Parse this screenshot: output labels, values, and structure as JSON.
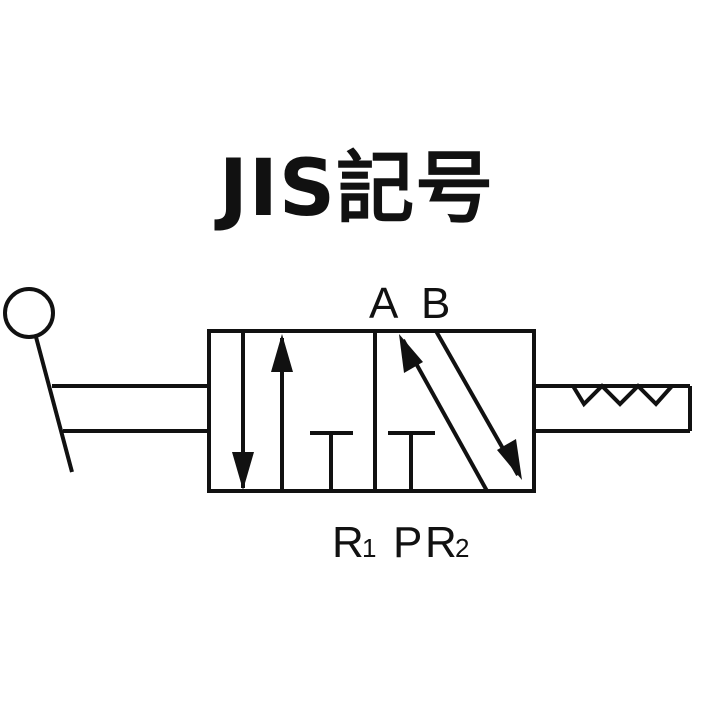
{
  "title": "JIS記号",
  "ports": {
    "top_a": "A",
    "top_b": "B",
    "bottom_r1_letter": "R",
    "bottom_r1_sub": "1",
    "bottom_p": "P",
    "bottom_r2_letter": "R",
    "bottom_r2_sub": "2"
  },
  "colors": {
    "stroke": "#111111",
    "background": "#ffffff"
  },
  "symbol": {
    "type": "5-port-2-position-valve",
    "actuator_left": "lever",
    "return_right": "spring"
  }
}
